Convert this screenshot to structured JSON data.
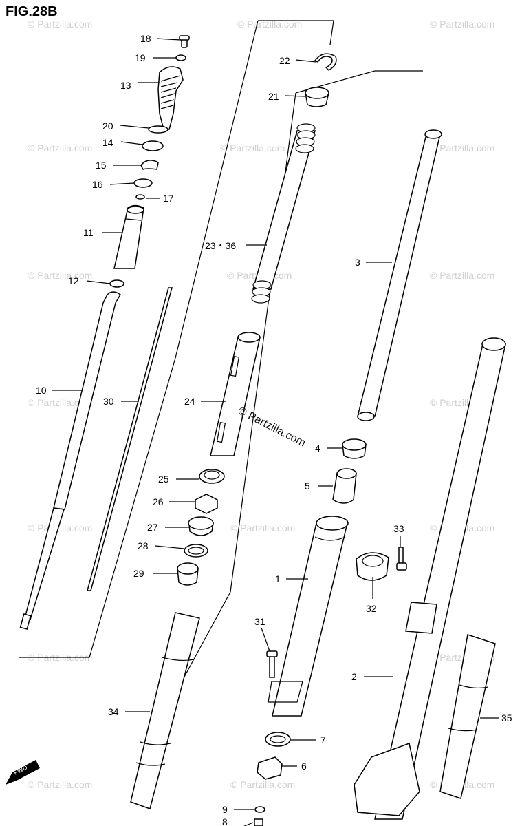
{
  "figure": {
    "title": "FIG.28B",
    "watermark": "© Partzilla.com",
    "brand_stamp": "© Partzilla.com",
    "fwd_label": "FWD"
  },
  "callouts": {
    "c18": "18",
    "c19": "19",
    "c13": "13",
    "c20": "20",
    "c14": "14",
    "c15": "15",
    "c16": "16",
    "c17": "17",
    "c11": "11",
    "c12": "12",
    "c10": "10",
    "c30": "30",
    "c22": "22",
    "c21": "21",
    "c2336": "23・36",
    "c24": "24",
    "c25": "25",
    "c26": "26",
    "c27": "27",
    "c28": "28",
    "c29": "29",
    "c3": "3",
    "c4": "4",
    "c5": "5",
    "c1": "1",
    "c33": "33",
    "c32": "32",
    "c31": "31",
    "c2": "2",
    "c34": "34",
    "c35": "35",
    "c7": "7",
    "c6": "6",
    "c9": "9",
    "c8": "8"
  },
  "colors": {
    "line": "#000000",
    "watermark": "#cfcfcf",
    "background": "#ffffff"
  }
}
